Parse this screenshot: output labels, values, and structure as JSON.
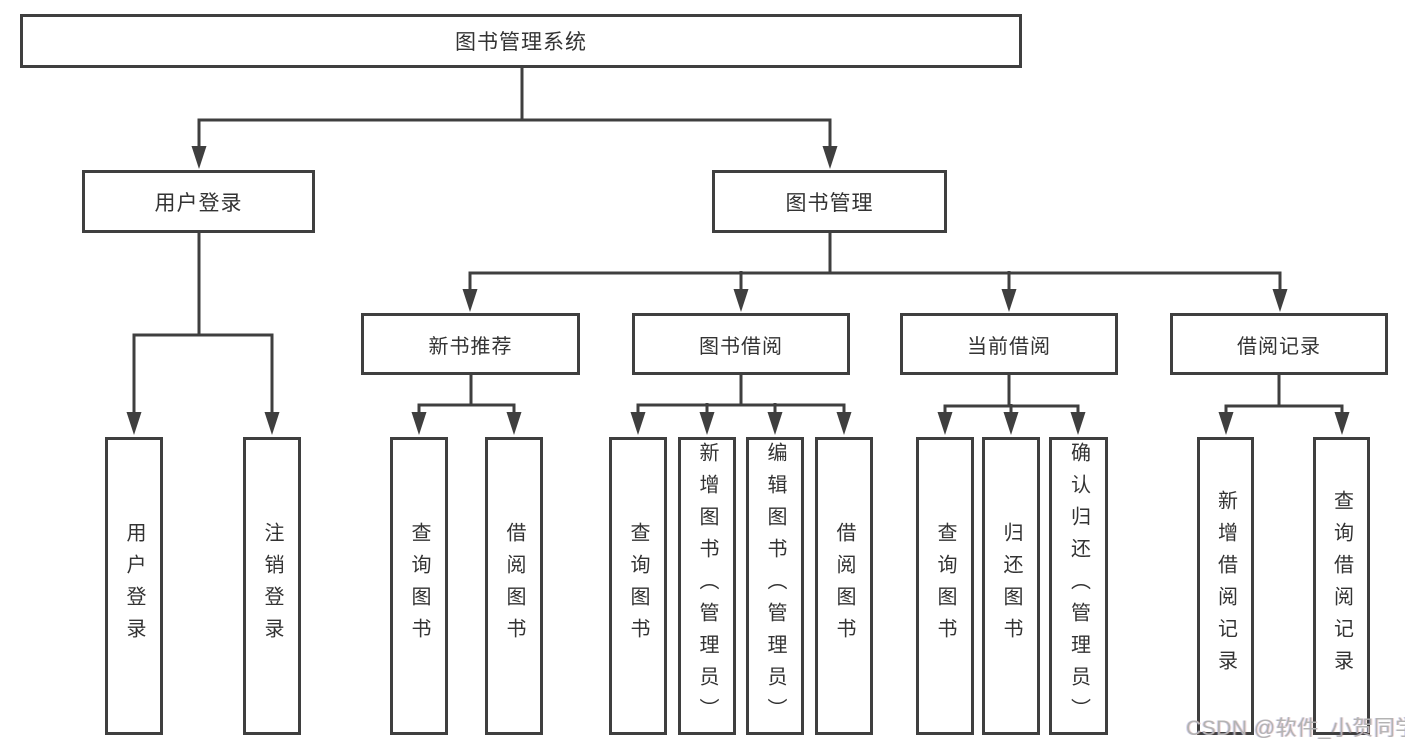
{
  "root": {
    "label": "图书管理系统"
  },
  "level2": [
    {
      "label": "用户登录"
    },
    {
      "label": "图书管理"
    }
  ],
  "level3": [
    {
      "label": "新书推荐",
      "parent": "图书管理"
    },
    {
      "label": "图书借阅",
      "parent": "图书管理"
    },
    {
      "label": "当前借阅",
      "parent": "图书管理"
    },
    {
      "label": "借阅记录",
      "parent": "图书管理"
    }
  ],
  "leaves": [
    {
      "label": "用户登录",
      "parent": "用户登录"
    },
    {
      "label": "注销登录",
      "parent": "用户登录"
    },
    {
      "label": "查询图书",
      "parent": "新书推荐"
    },
    {
      "label": "借阅图书",
      "parent": "新书推荐"
    },
    {
      "label": "查询图书",
      "parent": "图书借阅"
    },
    {
      "label": "新增图书（管理员）",
      "parent": "图书借阅"
    },
    {
      "label": "编辑图书（管理员）",
      "parent": "图书借阅"
    },
    {
      "label": "借阅图书",
      "parent": "图书借阅"
    },
    {
      "label": "查询图书",
      "parent": "当前借阅"
    },
    {
      "label": "归还图书",
      "parent": "当前借阅"
    },
    {
      "label": "确认归还（管理员）",
      "parent": "当前借阅"
    },
    {
      "label": "新增借阅记录",
      "parent": "借阅记录"
    },
    {
      "label": "查询借阅记录",
      "parent": "借阅记录"
    }
  ],
  "watermark": {
    "text": "CSDN @软件_小贺同学"
  },
  "colors": {
    "line": "#3f3f3f",
    "text": "#333333",
    "background": "#ffffff",
    "watermark": "#b3b3b3"
  }
}
